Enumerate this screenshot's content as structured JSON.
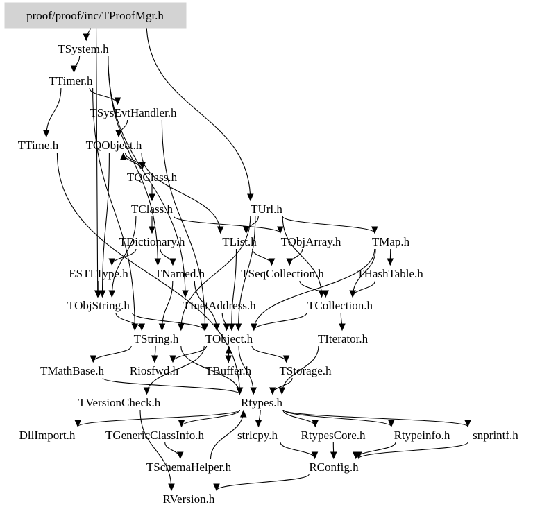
{
  "diagram": {
    "type": "include-dependency-graph",
    "root": "proof/proof/inc/TProofMgr.h",
    "colors": {
      "root_fill": "#d3d3d3",
      "edge": "#000000",
      "text": "#000000",
      "background": "#ffffff"
    },
    "nodes": [
      {
        "id": "root",
        "label": "proof/proof/inc/TProofMgr.h"
      },
      {
        "id": "TSystem",
        "label": "TSystem.h"
      },
      {
        "id": "TTimer",
        "label": "TTimer.h"
      },
      {
        "id": "TSysEvtHandler",
        "label": "TSysEvtHandler.h"
      },
      {
        "id": "TTime",
        "label": "TTime.h"
      },
      {
        "id": "TQObject",
        "label": "TQObject.h"
      },
      {
        "id": "TQClass",
        "label": "TQClass.h"
      },
      {
        "id": "TClass",
        "label": "TClass.h"
      },
      {
        "id": "TUrl",
        "label": "TUrl.h"
      },
      {
        "id": "TDictionary",
        "label": "TDictionary.h"
      },
      {
        "id": "TList",
        "label": "TList.h"
      },
      {
        "id": "TObjArray",
        "label": "TObjArray.h"
      },
      {
        "id": "TMap",
        "label": "TMap.h"
      },
      {
        "id": "ESTLType",
        "label": "ESTLType.h"
      },
      {
        "id": "TNamed",
        "label": "TNamed.h"
      },
      {
        "id": "TSeqCollection",
        "label": "TSeqCollection.h"
      },
      {
        "id": "THashTable",
        "label": "THashTable.h"
      },
      {
        "id": "TObjString",
        "label": "TObjString.h"
      },
      {
        "id": "TInetAddress",
        "label": "TInetAddress.h"
      },
      {
        "id": "TCollection",
        "label": "TCollection.h"
      },
      {
        "id": "TString",
        "label": "TString.h"
      },
      {
        "id": "TObject",
        "label": "TObject.h"
      },
      {
        "id": "TIterator",
        "label": "TIterator.h"
      },
      {
        "id": "TMathBase",
        "label": "TMathBase.h"
      },
      {
        "id": "Riosfwd",
        "label": "Riosfwd.h"
      },
      {
        "id": "TBuffer",
        "label": "TBuffer.h"
      },
      {
        "id": "TStorage",
        "label": "TStorage.h"
      },
      {
        "id": "TVersionCheck",
        "label": "TVersionCheck.h"
      },
      {
        "id": "Rtypes",
        "label": "Rtypes.h"
      },
      {
        "id": "DllImport",
        "label": "DllImport.h"
      },
      {
        "id": "TGenericClassInfo",
        "label": "TGenericClassInfo.h"
      },
      {
        "id": "strlcpy",
        "label": "strlcpy.h"
      },
      {
        "id": "RtypesCore",
        "label": "RtypesCore.h"
      },
      {
        "id": "Rtypeinfo",
        "label": "Rtypeinfo.h"
      },
      {
        "id": "snprintf",
        "label": "snprintf.h"
      },
      {
        "id": "TSchemaHelper",
        "label": "TSchemaHelper.h"
      },
      {
        "id": "RConfig",
        "label": "RConfig.h"
      },
      {
        "id": "RVersion",
        "label": "RVersion.h"
      }
    ],
    "edges": [
      [
        "root",
        "TSystem"
      ],
      [
        "root",
        "TObjString"
      ],
      [
        "root",
        "TUrl"
      ],
      [
        "TSystem",
        "TTimer"
      ],
      [
        "TSystem",
        "TInetAddress"
      ],
      [
        "TSystem",
        "TNamed"
      ],
      [
        "TTimer",
        "TSysEvtHandler"
      ],
      [
        "TTimer",
        "TTime"
      ],
      [
        "TTimer",
        "TString"
      ],
      [
        "TSysEvtHandler",
        "TQObject"
      ],
      [
        "TSysEvtHandler",
        "TObject"
      ],
      [
        "TQObject",
        "TQClass"
      ],
      [
        "TQClass",
        "TQObject"
      ],
      [
        "TQObject",
        "TList"
      ],
      [
        "TQObject",
        "TObjString"
      ],
      [
        "TQClass",
        "TClass"
      ],
      [
        "TClass",
        "TDictionary"
      ],
      [
        "TClass",
        "TObjArray"
      ],
      [
        "TClass",
        "TObjString"
      ],
      [
        "TUrl",
        "TList"
      ],
      [
        "TUrl",
        "TMap"
      ],
      [
        "TUrl",
        "TString"
      ],
      [
        "TUrl",
        "TCollection"
      ],
      [
        "TUrl",
        "TObject"
      ],
      [
        "TDictionary",
        "ESTLType"
      ],
      [
        "TDictionary",
        "TNamed"
      ],
      [
        "TList",
        "TSeqCollection"
      ],
      [
        "TList",
        "TObject"
      ],
      [
        "TObjArray",
        "TSeqCollection"
      ],
      [
        "TMap",
        "THashTable"
      ],
      [
        "TMap",
        "TCollection"
      ],
      [
        "TMap",
        "TObject"
      ],
      [
        "THashTable",
        "TCollection"
      ],
      [
        "TSeqCollection",
        "TCollection"
      ],
      [
        "ESTLType",
        "TObjString"
      ],
      [
        "TNamed",
        "TString"
      ],
      [
        "TNamed",
        "TObject"
      ],
      [
        "TObjString",
        "TString"
      ],
      [
        "TObjString",
        "TObject"
      ],
      [
        "TInetAddress",
        "TObject"
      ],
      [
        "TCollection",
        "TObject"
      ],
      [
        "TCollection",
        "TIterator"
      ],
      [
        "TString",
        "TMathBase"
      ],
      [
        "TString",
        "Riosfwd"
      ],
      [
        "TString",
        "Rtypes"
      ],
      [
        "TObject",
        "Riosfwd"
      ],
      [
        "TObject",
        "TBuffer"
      ],
      [
        "TObject",
        "TStorage"
      ],
      [
        "TObject",
        "TVersionCheck"
      ],
      [
        "TObject",
        "Rtypes"
      ],
      [
        "TBuffer",
        "TObject"
      ],
      [
        "TStorage",
        "Rtypes"
      ],
      [
        "TIterator",
        "Rtypes"
      ],
      [
        "TTime",
        "Rtypes"
      ],
      [
        "TMathBase",
        "Rtypes"
      ],
      [
        "TVersionCheck",
        "RVersion"
      ],
      [
        "Rtypes",
        "DllImport"
      ],
      [
        "Rtypes",
        "TGenericClassInfo"
      ],
      [
        "Rtypes",
        "strlcpy"
      ],
      [
        "Rtypes",
        "RtypesCore"
      ],
      [
        "Rtypes",
        "Rtypeinfo"
      ],
      [
        "Rtypes",
        "snprintf"
      ],
      [
        "TGenericClassInfo",
        "TSchemaHelper"
      ],
      [
        "TSchemaHelper",
        "Rtypes"
      ],
      [
        "strlcpy",
        "RConfig"
      ],
      [
        "RtypesCore",
        "RConfig"
      ],
      [
        "Rtypeinfo",
        "RConfig"
      ],
      [
        "snprintf",
        "RConfig"
      ],
      [
        "RConfig",
        "RVersion"
      ]
    ]
  }
}
